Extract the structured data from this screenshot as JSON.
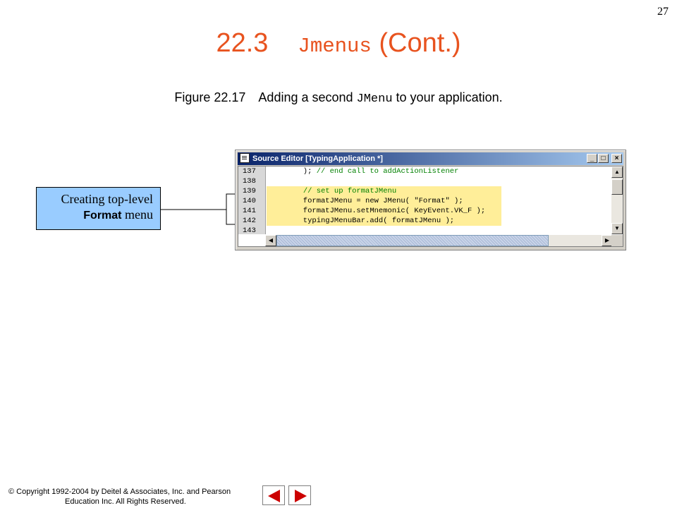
{
  "slide_number": "27",
  "title": {
    "number": "22.3",
    "code": "Jmenus",
    "rest": " (Cont.)"
  },
  "caption": {
    "figure": "Figure 22.17",
    "before": "Adding a second ",
    "code": "JMenu",
    "after": " to your application."
  },
  "callout": {
    "line1": "Creating top-level",
    "bold": "Format",
    "rest": " menu"
  },
  "window": {
    "title": "Source Editor [TypingApplication *]",
    "controls": {
      "minimize": "_",
      "maximize": "□",
      "close": "×"
    },
    "lines": [
      {
        "num": "137",
        "code": "      ); ",
        "comment": "// end call to addActionListener",
        "highlighted": false
      },
      {
        "num": "138",
        "code": "",
        "comment": "",
        "highlighted": false
      },
      {
        "num": "139",
        "code": "      ",
        "comment": "// set up formatJMenu",
        "highlighted": true
      },
      {
        "num": "140",
        "code": "      formatJMenu = new JMenu( \"Format\" );",
        "comment": "",
        "highlighted": true
      },
      {
        "num": "141",
        "code": "      formatJMenu.setMnemonic( KeyEvent.VK_F );",
        "comment": "",
        "highlighted": true
      },
      {
        "num": "142",
        "code": "      typingJMenuBar.add( formatJMenu );",
        "comment": "",
        "highlighted": true
      },
      {
        "num": "143",
        "code": "",
        "comment": "",
        "highlighted": false
      }
    ]
  },
  "copyright": {
    "line1": "© Copyright 1992-2004 by Deitel & Associates, Inc. and Pearson",
    "line2": "Education Inc. All Rights Reserved."
  },
  "colors": {
    "title": "#e8531f",
    "callout_bg": "#99ccff",
    "highlight": "#ffee99",
    "nav_arrow": "#cc0000"
  },
  "icons": {
    "prev": "left-arrow-icon",
    "next": "right-arrow-icon",
    "window": "document-icon"
  }
}
